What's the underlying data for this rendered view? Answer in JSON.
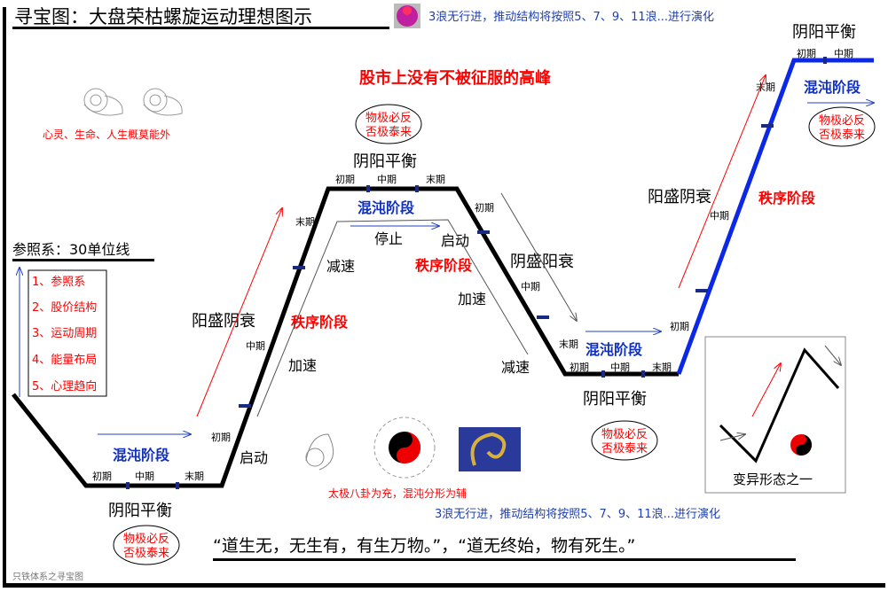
{
  "title": "寻宝图：大盘荣枯螺旋运动理想图示",
  "top_note": "3浪无行进，推动结构将按照5、7、9、11浪...进行演化",
  "bottom_note": "3浪无行进，推动结构将按照5、7、9、11浪...进行演化",
  "headline": "股市上没有不被征服的高峰",
  "shell_caption": "心灵、生命、人生概莫能外",
  "taiji_caption": "太极八卦为充，混沌分形为辅",
  "reference": {
    "heading": "参照系：30单位线",
    "items": [
      "1、参照系",
      "2、股价结构",
      "3、运动周期",
      "4、能量布局",
      "5、心理趋向"
    ]
  },
  "ellipse_text": [
    "物极必反",
    "否极泰来"
  ],
  "stages": {
    "balance": "阴阳平衡",
    "yang_strong": "阳盛阴衰",
    "yin_strong": "阴盛阳衰",
    "chaos": "混沌阶段",
    "order": "秩序阶段",
    "early": "初期",
    "mid": "中期",
    "late": "末期"
  },
  "speed": {
    "start": "启动",
    "accelerate": "加速",
    "decelerate": "减速",
    "stop": "停止"
  },
  "variant_caption": "变异形态之一",
  "quote": "“道生无，无生有，有生万物。”，“道无终始，物有死生。”",
  "footer": "只铁体系之寻宝图",
  "colors": {
    "black": "#000000",
    "blue": "#0a28e6",
    "red": "#ff0000",
    "note_blue": "#2040b0"
  }
}
